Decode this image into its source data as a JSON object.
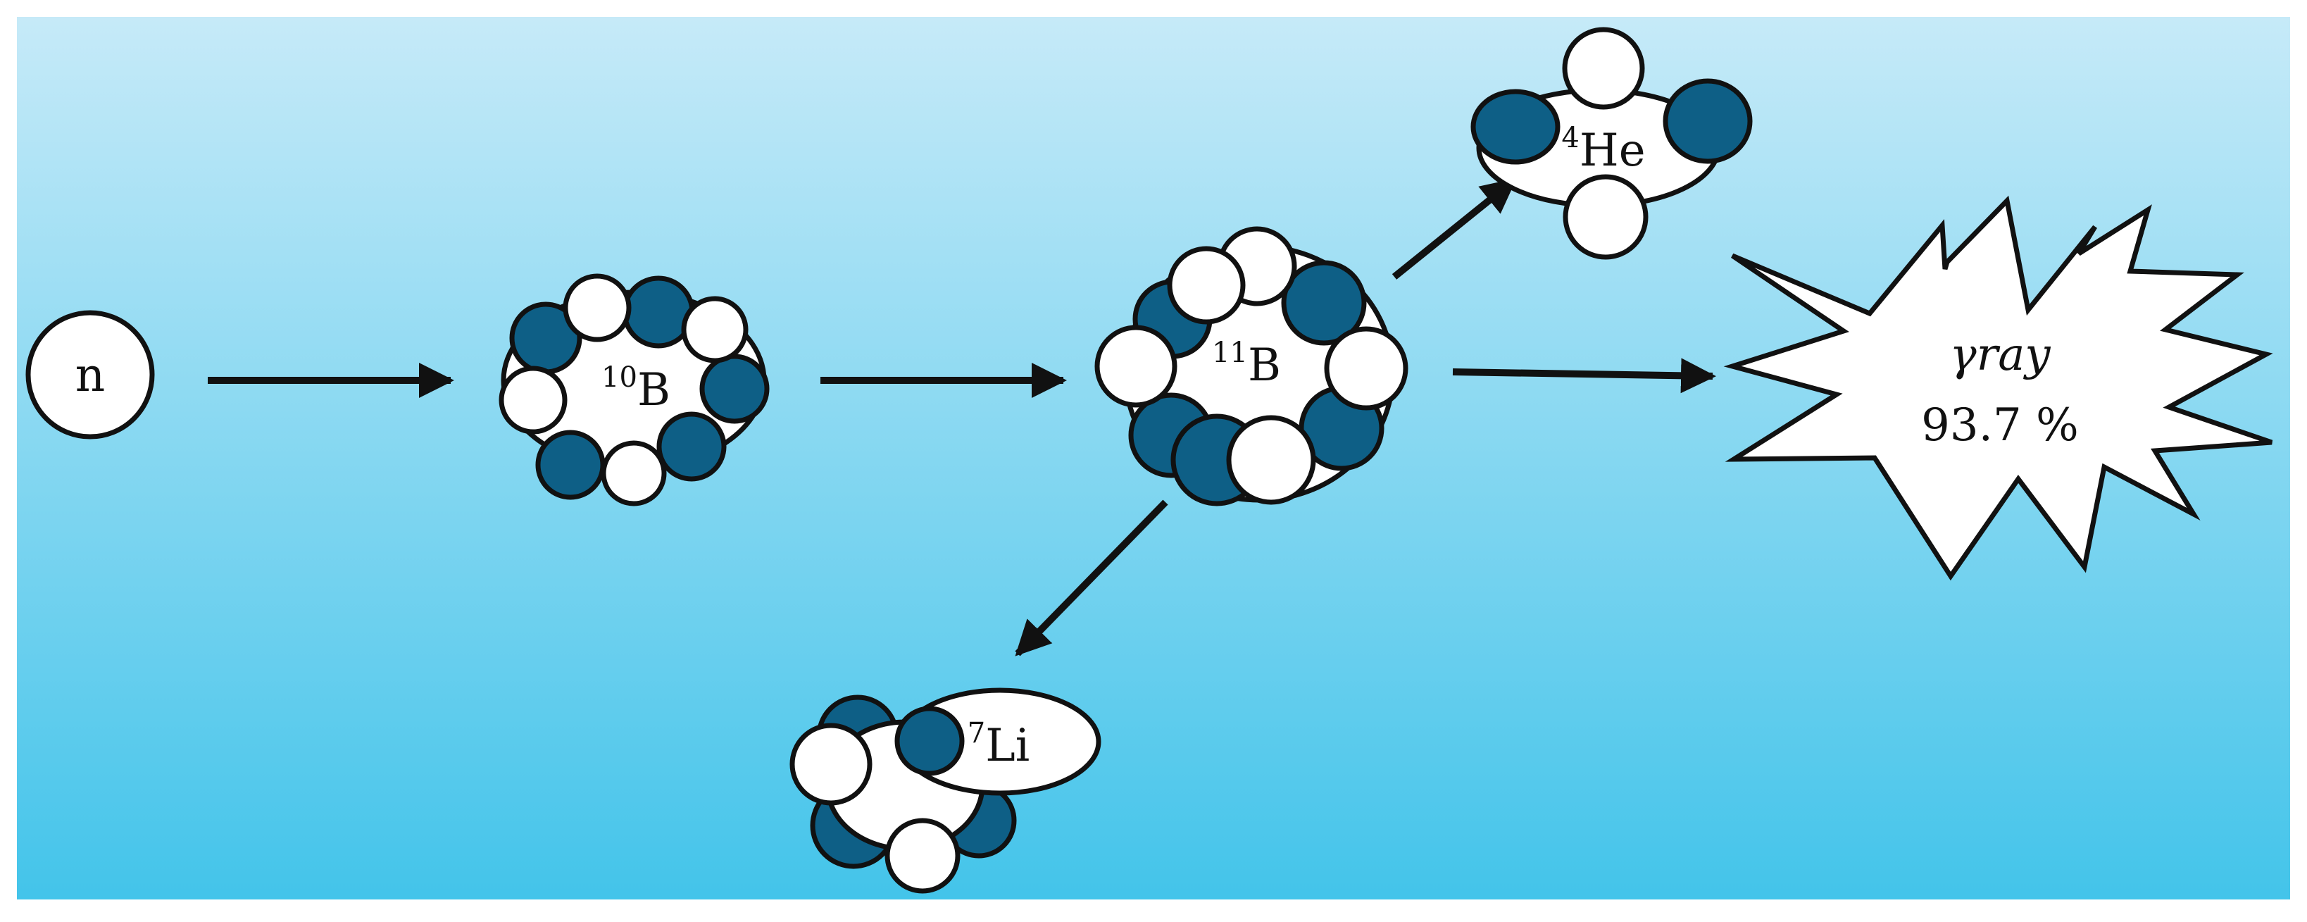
{
  "colors": {
    "background_top": "#c6eaf8",
    "background_bottom": "#43c4ea",
    "proton_fill": "#0e5f86",
    "neutron_fill": "#ffffff",
    "outline": "#111111",
    "arrow": "#111111"
  },
  "nodes": {
    "neutron": {
      "label": "n"
    },
    "boron10": {
      "mass_number": "10",
      "symbol": "B"
    },
    "boron11": {
      "mass_number": "11",
      "symbol": "B"
    },
    "helium4": {
      "mass_number": "4",
      "symbol": "He"
    },
    "lithium7": {
      "mass_number": "7",
      "symbol": "Li"
    },
    "gamma": {
      "symbol": "γ",
      "word": "ray",
      "percent": "93.7 %"
    }
  }
}
